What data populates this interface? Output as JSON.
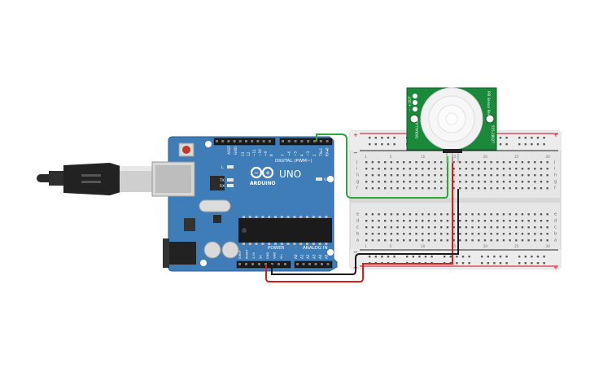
{
  "colors": {
    "board": "#3f7db8",
    "board_edge": "#2d5f92",
    "breadboard": "#e6e6e6",
    "rail_red": "#d0021b",
    "rail_black": "#1f1f1f",
    "sensor_pcb": "#1a8a3a",
    "wire_green": "#2fa83a",
    "wire_red": "#d91e18",
    "wire_black": "#1a1a1a",
    "usb": "#2a2a2a"
  },
  "arduino": {
    "brand": "ARDUINO",
    "model": "UNO",
    "digital_label": "DIGITAL (PWM~)",
    "power_label": "POWER",
    "analog_label": "ANALOG IN",
    "aref": "AREF",
    "gnd": "GND",
    "digital_pins": [
      "13",
      "12",
      "~11",
      "~10",
      "~9",
      "8",
      "7",
      "~6",
      "~5",
      "4",
      "~3",
      "2",
      "TX▸1",
      "RX◂0"
    ],
    "power_pins": [
      "IOREF",
      "RESET",
      "3.3V",
      "5V",
      "GND",
      "GND",
      "Vin"
    ],
    "analog_pins": [
      "A0",
      "A1",
      "A2",
      "A3",
      "A4",
      "A5"
    ],
    "led_l": "L",
    "led_tx": "TX",
    "led_rx": "RX",
    "led_on": "ON"
  },
  "breadboard": {
    "rows_top": [
      "j",
      "i",
      "h",
      "g",
      "f"
    ],
    "rows_bottom": [
      "e",
      "d",
      "c",
      "b",
      "a"
    ],
    "columns": [
      "1",
      "5",
      "10",
      "15",
      "20",
      "25",
      "30"
    ]
  },
  "pir": {
    "label_left": "PARALLAX",
    "label_right": "PIR Sensor Rev B",
    "part_number": "555-28027",
    "pins": [
      "OUT",
      "+",
      "−"
    ]
  },
  "icons": {
    "usb": "usb-cable-icon",
    "jack": "dc-jack-icon",
    "sensor_dome": "fresnel-lens-icon"
  }
}
